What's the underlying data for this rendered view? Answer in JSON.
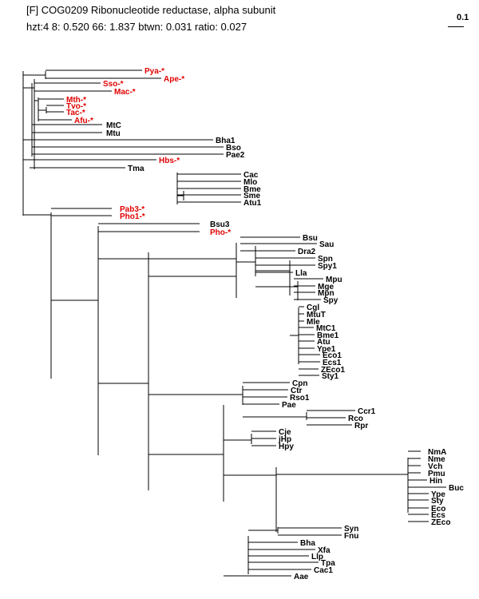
{
  "header": {
    "title": "[F] COG0209 Ribonucleotide reductase, alpha subunit",
    "stats": "hzt:4   8: 0.520   66: 1.837   btwn: 0.031   ratio: 0.027"
  },
  "scale_bar": {
    "label": "0.1",
    "value": 0.1
  },
  "colors": {
    "highlight": "#e00000",
    "normal": "#000000",
    "line": "#000000"
  },
  "tree": {
    "leaves": [
      {
        "name": "Pya-*",
        "highlight": true
      },
      {
        "name": "Ape-*",
        "highlight": true
      },
      {
        "name": "Sso-*",
        "highlight": true
      },
      {
        "name": "Mac-*",
        "highlight": true
      },
      {
        "name": "Mth-*",
        "highlight": true
      },
      {
        "name": "Tvo-*",
        "highlight": true
      },
      {
        "name": "Tac-*",
        "highlight": true
      },
      {
        "name": "Afu-*",
        "highlight": true
      },
      {
        "name": "MtC",
        "highlight": false
      },
      {
        "name": "Mtu",
        "highlight": false
      },
      {
        "name": "Bha1",
        "highlight": false
      },
      {
        "name": "Bso",
        "highlight": false
      },
      {
        "name": "Pae2",
        "highlight": false
      },
      {
        "name": "Hbs-*",
        "highlight": true
      },
      {
        "name": "Tma",
        "highlight": false
      },
      {
        "name": "Cac",
        "highlight": false
      },
      {
        "name": "Mlo",
        "highlight": false
      },
      {
        "name": "Bme",
        "highlight": false
      },
      {
        "name": "Sme",
        "highlight": false
      },
      {
        "name": "Atu1",
        "highlight": false
      },
      {
        "name": "Pab3-*",
        "highlight": true
      },
      {
        "name": "Pho1-*",
        "highlight": true
      },
      {
        "name": "Bsu3",
        "highlight": false
      },
      {
        "name": "Pho-*",
        "highlight": true
      },
      {
        "name": "Bsu",
        "highlight": false
      },
      {
        "name": "Sau",
        "highlight": false
      },
      {
        "name": "Dra2",
        "highlight": false
      },
      {
        "name": "Spn",
        "highlight": false
      },
      {
        "name": "Spy1",
        "highlight": false
      },
      {
        "name": "Lla",
        "highlight": false
      },
      {
        "name": "Mpu",
        "highlight": false
      },
      {
        "name": "Mge",
        "highlight": false
      },
      {
        "name": "Mpn",
        "highlight": false
      },
      {
        "name": "Spy",
        "highlight": false
      },
      {
        "name": "Cgl",
        "highlight": false
      },
      {
        "name": "MtuT",
        "highlight": false
      },
      {
        "name": "Mle",
        "highlight": false
      },
      {
        "name": "MtC1",
        "highlight": false
      },
      {
        "name": "Bme1",
        "highlight": false
      },
      {
        "name": "Atu",
        "highlight": false
      },
      {
        "name": "Ype1",
        "highlight": false
      },
      {
        "name": "Eco1",
        "highlight": false
      },
      {
        "name": "Ecs1",
        "highlight": false
      },
      {
        "name": "ZEco1",
        "highlight": false
      },
      {
        "name": "Sty1",
        "highlight": false
      },
      {
        "name": "Cpn",
        "highlight": false
      },
      {
        "name": "Ctr",
        "highlight": false
      },
      {
        "name": "Rso1",
        "highlight": false
      },
      {
        "name": "Pae",
        "highlight": false
      },
      {
        "name": "Ccr1",
        "highlight": false
      },
      {
        "name": "Rco",
        "highlight": false
      },
      {
        "name": "Rpr",
        "highlight": false
      },
      {
        "name": "Cje",
        "highlight": false
      },
      {
        "name": "jHp",
        "highlight": false
      },
      {
        "name": "Hpy",
        "highlight": false
      },
      {
        "name": "NmA",
        "highlight": false
      },
      {
        "name": "Nme",
        "highlight": false
      },
      {
        "name": "Vch",
        "highlight": false
      },
      {
        "name": "Pmu",
        "highlight": false
      },
      {
        "name": "Hin",
        "highlight": false
      },
      {
        "name": "Buc",
        "highlight": false
      },
      {
        "name": "Ype",
        "highlight": false
      },
      {
        "name": "Sty",
        "highlight": false
      },
      {
        "name": "Eco",
        "highlight": false
      },
      {
        "name": "Ecs",
        "highlight": false
      },
      {
        "name": "ZEco",
        "highlight": false
      },
      {
        "name": "Syn",
        "highlight": false
      },
      {
        "name": "Fnu",
        "highlight": false
      },
      {
        "name": "Bha",
        "highlight": false
      },
      {
        "name": "Xfa",
        "highlight": false
      },
      {
        "name": "Llp",
        "highlight": false
      },
      {
        "name": "Tpa",
        "highlight": false
      },
      {
        "name": "Cac1",
        "highlight": false
      },
      {
        "name": "Aae",
        "highlight": false
      }
    ]
  }
}
